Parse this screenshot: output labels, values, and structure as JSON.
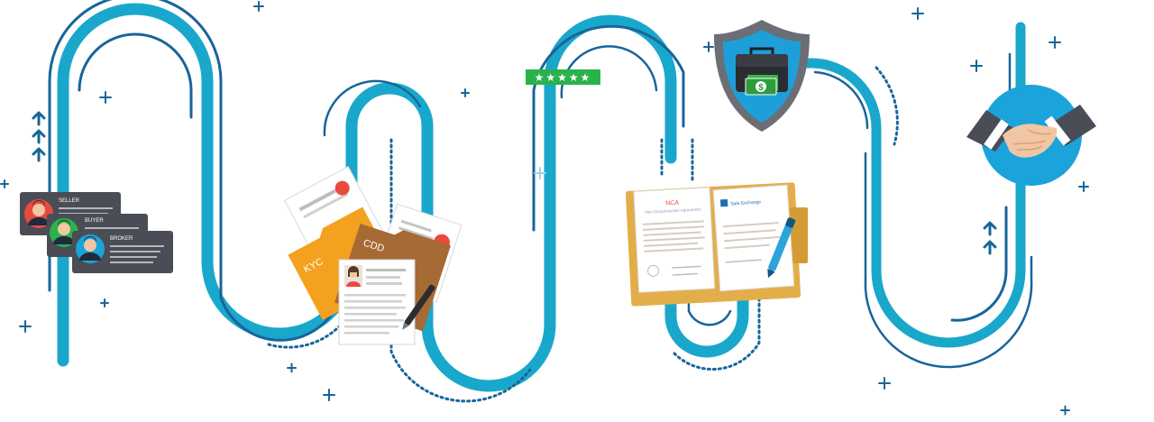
{
  "colors": {
    "path_main": "#1aa7cc",
    "path_dark": "#18659a",
    "card": "#4a4d55",
    "folder_orange": "#f3a11e",
    "folder_brown": "#a66a35",
    "folder_tan": "#e3ae4a",
    "shield_outer": "#6b6e75",
    "shield_inner": "#1e9fd9",
    "rating_green": "#2ab24c",
    "money_green": "#39b54a",
    "handshake_bg": "#1ba3db"
  },
  "cards": {
    "seller": "SELLER",
    "buyer": "BUYER",
    "broker": "BROKER"
  },
  "folders": {
    "kyc": "KYC",
    "cdd": "CDD"
  },
  "rating": {
    "stars": "★★★★★"
  },
  "agreement": {
    "title": "NCA",
    "subtitle": "Non-Circumvention Agreement",
    "logo_text": "Safe Exchange"
  },
  "money": {
    "symbol": "$"
  },
  "icons": [
    "seller-avatar-icon",
    "buyer-avatar-icon",
    "broker-avatar-icon",
    "arrow-up-icon",
    "star-icon",
    "shield-icon",
    "briefcase-icon",
    "dollar-icon",
    "pen-icon",
    "handshake-icon",
    "sparkle-plus-icon"
  ]
}
